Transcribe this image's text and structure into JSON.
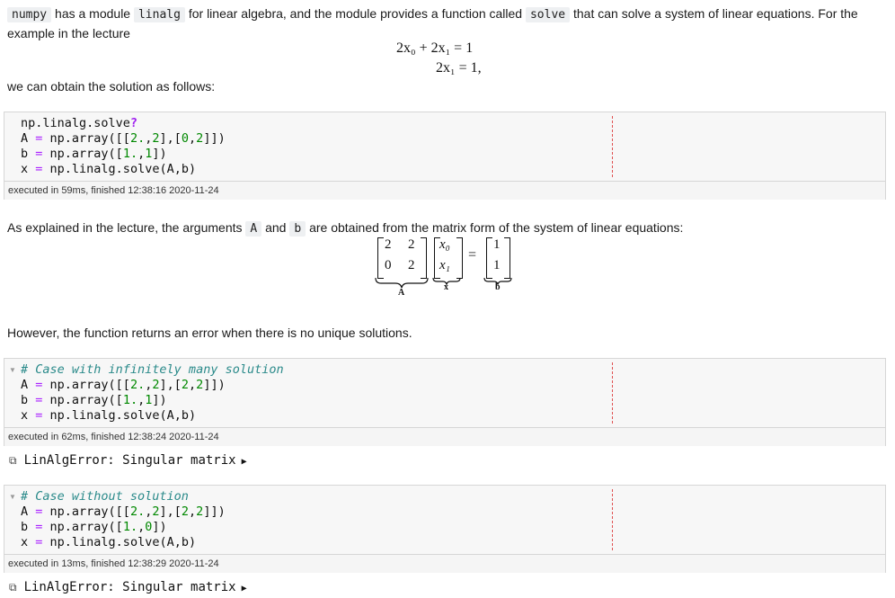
{
  "intro": {
    "t1": "numpy",
    "t2": " has a module ",
    "t3": "linalg",
    "t4": " for linear algebra, and the module provides a function called ",
    "t5": "solve",
    "t6": " that can solve a system of linear equations. For the",
    "t7": "example in the lecture"
  },
  "equations": {
    "line1": "2x₀ + 2x₁ = 1",
    "line2": "2x₁ = 1,"
  },
  "para2": "we can obtain the solution as follows:",
  "cell1": {
    "exec": "executed in 59ms, finished 12:38:16 2020-11-24"
  },
  "para3": {
    "t1": "As explained in the lecture, the arguments ",
    "t2": "A",
    "t3": " and ",
    "t4": "b",
    "t5": " are obtained from the matrix form of the system of linear equations:"
  },
  "matrix": {
    "A": [
      [
        "2",
        "2"
      ],
      [
        "0",
        "2"
      ]
    ],
    "x": [
      "x₀",
      "x₁"
    ],
    "b": [
      "1",
      "1"
    ],
    "eq": "=",
    "labelA": "A",
    "labelX": "x",
    "labelB": "b"
  },
  "para4": "However, the function returns an error when there is no unique solutions.",
  "cell2": {
    "comment": "# Case with infinitely many solution",
    "exec": "executed in 62ms, finished 12:38:24 2020-11-24",
    "error": "LinAlgError: Singular matrix"
  },
  "cell3": {
    "comment": "# Case without solution",
    "exec": "executed in 13ms, finished 12:38:29 2020-11-24",
    "error": "LinAlgError: Singular matrix"
  }
}
